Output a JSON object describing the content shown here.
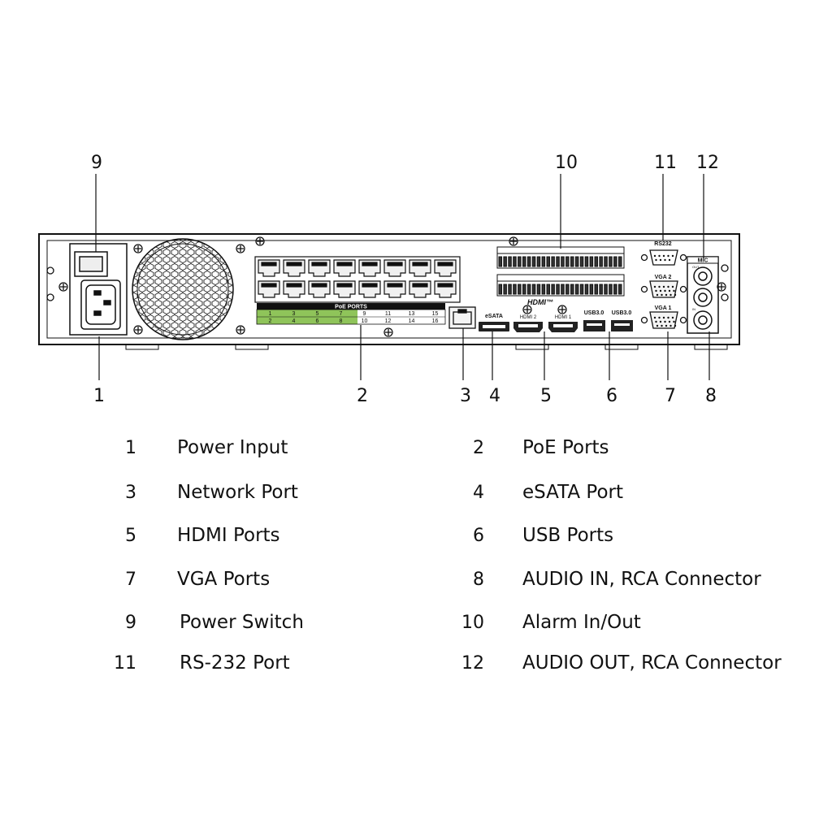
{
  "callouts": [
    "9",
    "10",
    "11",
    "12",
    "1",
    "2",
    "3",
    "4",
    "5",
    "6",
    "7",
    "8"
  ],
  "panel": {
    "poe_header": "PoE PORTS",
    "poe_top": [
      "1",
      "3",
      "5",
      "7",
      "9",
      "11",
      "13",
      "15"
    ],
    "poe_bottom": [
      "2",
      "4",
      "6",
      "8",
      "10",
      "12",
      "14",
      "16"
    ],
    "esata": "eSATA",
    "hdmi_logo": "HDMI™",
    "hdmi2": "HDMI 2",
    "hdmi1": "HDMI 1",
    "usb_a": "USB3.0",
    "usb_b": "USB3.0",
    "rs232": "RS232",
    "vga2": "VGA 2",
    "vga1": "VGA 1",
    "mic": "MIC",
    "out": "OUT",
    "in": "IN"
  },
  "legend": [
    {
      "num": "1",
      "label": "Power Input"
    },
    {
      "num": "2",
      "label": "PoE Ports"
    },
    {
      "num": "3",
      "label": "Network Port"
    },
    {
      "num": "4",
      "label": "eSATA Port"
    },
    {
      "num": "5",
      "label": "HDMI Ports"
    },
    {
      "num": "6",
      "label": "USB Ports"
    },
    {
      "num": "7",
      "label": "VGA Ports"
    },
    {
      "num": "8",
      "label": "AUDIO IN, RCA Connector"
    },
    {
      "num": "9",
      "label": "Power Switch"
    },
    {
      "num": "10",
      "label": "Alarm In/Out"
    },
    {
      "num": "11",
      "label": "RS-232 Port"
    },
    {
      "num": "12",
      "label": "AUDIO OUT, RCA Connector"
    }
  ],
  "colors": {
    "line": "#111111",
    "poe_green": "#8fc45a",
    "panel_fill": "#ffffff"
  }
}
